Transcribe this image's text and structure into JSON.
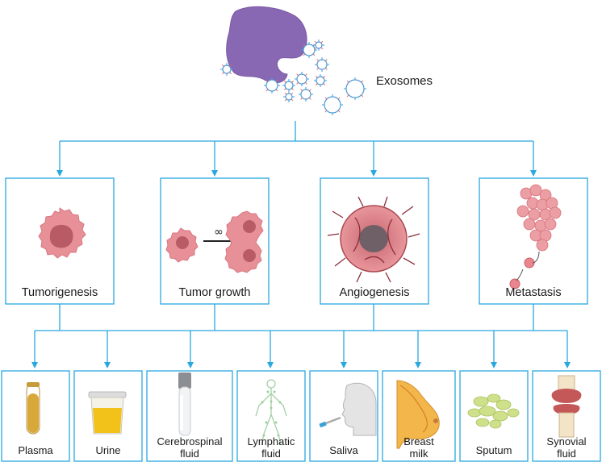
{
  "title": "Exosomes",
  "colors": {
    "line": "#29a8e0",
    "box": "#29a8e0",
    "tumor_pink": "#e58a8f",
    "tumor_core": "#b5545d",
    "exosome_purple": "#8b6bb0"
  },
  "categories": [
    {
      "label": "Tumorigenesis",
      "icon": "tumor-cell-icon"
    },
    {
      "label": "Tumor growth",
      "icon": "cell-division-icon",
      "symbol": "∞"
    },
    {
      "label": "Angiogenesis",
      "icon": "vascularized-tumor-icon"
    },
    {
      "label": "Metastasis",
      "icon": "metastasis-icon"
    }
  ],
  "sources": [
    {
      "line1": "Plasma",
      "line2": "",
      "icon": "blood-tube-icon"
    },
    {
      "line1": "Urine",
      "line2": "",
      "icon": "urine-cup-icon"
    },
    {
      "line1": "Cerebrospinal",
      "line2": "fluid",
      "icon": "csf-tube-icon"
    },
    {
      "line1": "Lymphatic",
      "line2": "fluid",
      "icon": "lymphatic-system-icon"
    },
    {
      "line1": "Saliva",
      "line2": "",
      "icon": "saliva-swab-icon"
    },
    {
      "line1": "Breast",
      "line2": "milk",
      "icon": "breast-icon"
    },
    {
      "line1": "Sputum",
      "line2": "",
      "icon": "sputum-icon"
    },
    {
      "line1": "Synovial",
      "line2": "fluid",
      "icon": "knee-joint-icon"
    }
  ]
}
